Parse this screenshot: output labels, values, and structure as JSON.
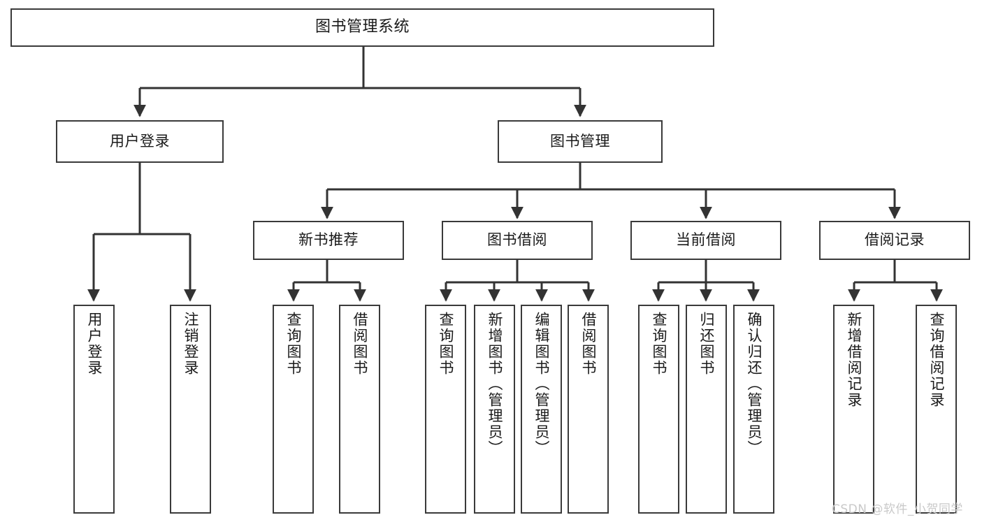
{
  "diagram": {
    "title": "图书管理系统",
    "type": "tree-hierarchy",
    "colors": {
      "border": "#3a3a3a",
      "fill": "#ffffff",
      "text": "#1a1a1a",
      "connector": "#333333",
      "watermark": "#c9c9c9"
    },
    "root": {
      "label": "图书管理系统"
    },
    "level1": [
      {
        "label": "用户登录"
      },
      {
        "label": "图书管理"
      }
    ],
    "level2": [
      {
        "label": "新书推荐"
      },
      {
        "label": "图书借阅"
      },
      {
        "label": "当前借阅"
      },
      {
        "label": "借阅记录"
      }
    ],
    "leaves": {
      "user_login": [
        {
          "label": "用户登录"
        },
        {
          "label": "注销登录"
        }
      ],
      "new_book_recommend": [
        {
          "label": "查询图书"
        },
        {
          "label": "借阅图书"
        }
      ],
      "book_borrow": [
        {
          "label": "查询图书"
        },
        {
          "label": "新增图书（管理员）"
        },
        {
          "label": "编辑图书（管理员）"
        },
        {
          "label": "借阅图书"
        }
      ],
      "current_borrow": [
        {
          "label": "查询图书"
        },
        {
          "label": "归还图书"
        },
        {
          "label": "确认归还（管理员）"
        }
      ],
      "borrow_record": [
        {
          "label": "新增借阅记录"
        },
        {
          "label": "查询借阅记录"
        }
      ]
    }
  },
  "watermark": {
    "text": "CSDN @软件_小贺同学"
  }
}
